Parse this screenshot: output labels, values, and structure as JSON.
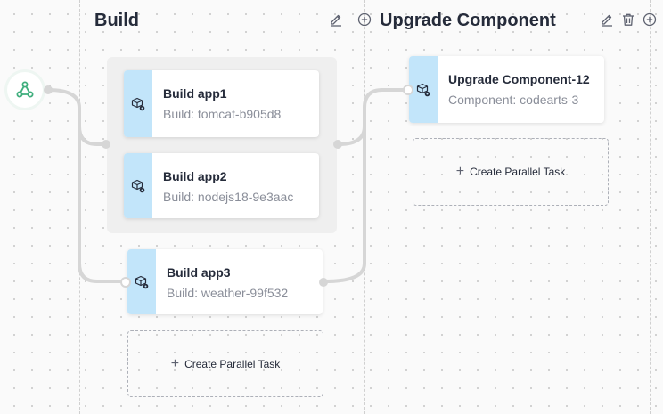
{
  "stages": [
    {
      "title": "Build",
      "tasks": [
        {
          "name": "Build app1",
          "detail": "Build: tomcat-b905d8"
        },
        {
          "name": "Build app2",
          "detail": "Build: nodejs18-9e3aac"
        },
        {
          "name": "Build app3",
          "detail": "Build: weather-99f532"
        }
      ],
      "add_label": "Create Parallel Task"
    },
    {
      "title": "Upgrade Component",
      "tasks": [
        {
          "name": "Upgrade Component-12",
          "detail": "Component: codearts-3"
        }
      ],
      "add_label": "Create Parallel Task"
    }
  ],
  "icons": {
    "trigger": "webhook-icon",
    "task": "package-icon",
    "edit": "edit-icon",
    "delete": "delete-icon",
    "add": "add-circle-icon"
  },
  "colors": {
    "task_strip": "#c2e5fa",
    "trigger": "#3fae7d",
    "connector": "#d6d6d6"
  }
}
